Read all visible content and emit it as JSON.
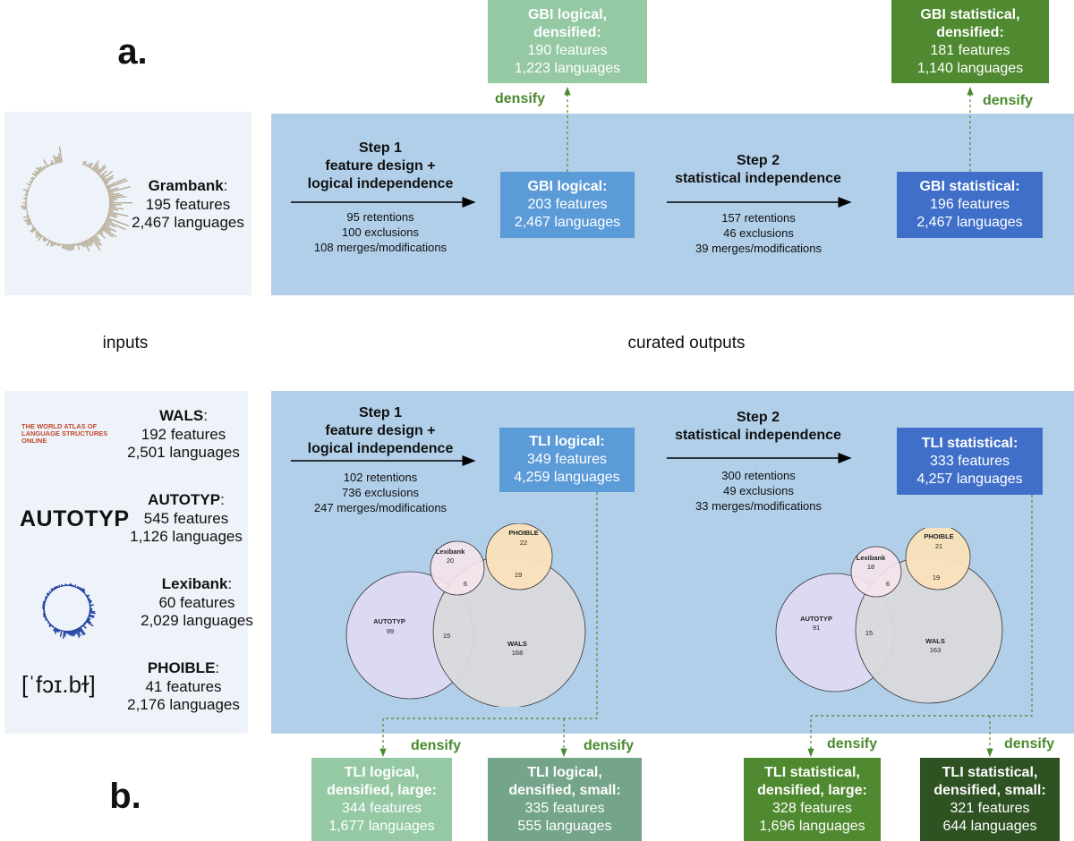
{
  "labels": {
    "a": "a.",
    "b": "b.",
    "inputs": "inputs",
    "outputs": "curated outputs"
  },
  "colors": {
    "panel_light": "#eef3fa",
    "panel_blue": "#b1cfe9",
    "box_logical": "#5b9bd8",
    "box_statistical": "#3f6fc9",
    "dens1": "#94c9a4",
    "dens2": "#74a58a",
    "dens3": "#4f8a30",
    "dens4": "#2f5223",
    "densify_text": "#4a8a2e"
  },
  "grambank": {
    "name": "Grambank",
    "features": "195 features",
    "languages": "2,467 languages"
  },
  "sources": [
    {
      "name": "WALS",
      "features": "192 features",
      "languages": "2,501 languages",
      "logo": "THE WORLD ATLAS OF LANGUAGE STRUCTURES ONLINE"
    },
    {
      "name": "AUTOTYP",
      "features": "545 features",
      "languages": "1,126 languages",
      "logo": "AUTOTYP"
    },
    {
      "name": "Lexibank",
      "features": "60 features",
      "languages": "2,029 languages"
    },
    {
      "name": "PHOIBLE",
      "features": "41 features",
      "languages": "2,176 languages",
      "logo": "[ˈfɔɪ.bɫ]"
    }
  ],
  "gbi": {
    "step1": {
      "title1": "Step 1",
      "title2": "feature design +",
      "title3": "logical independence",
      "c1": "95 retentions",
      "c2": "100 exclusions",
      "c3": "108 merges/modifications"
    },
    "step2": {
      "title1": "Step 2",
      "title2": "statistical independence",
      "c1": "157 retentions",
      "c2": "46 exclusions",
      "c3": "39 merges/modifications"
    },
    "logical": {
      "title": "GBI logical:",
      "features": "203 features",
      "languages": "2,467 languages"
    },
    "statistical": {
      "title": "GBI statistical:",
      "features": "196 features",
      "languages": "2,467 languages"
    },
    "logical_dens": {
      "title1": "GBI logical,",
      "title2": "densified:",
      "features": "190 features",
      "languages": "1,223 languages"
    },
    "statistical_dens": {
      "title1": "GBI statistical,",
      "title2": "densified:",
      "features": "181 features",
      "languages": "1,140 languages"
    }
  },
  "tli": {
    "step1": {
      "title1": "Step 1",
      "title2": "feature design +",
      "title3": "logical independence",
      "c1": "102 retentions",
      "c2": "736 exclusions",
      "c3": "247 merges/modifications"
    },
    "step2": {
      "title1": "Step 2",
      "title2": "statistical independence",
      "c1": "300 retentions",
      "c2": "49 exclusions",
      "c3": "33 merges/modifications"
    },
    "logical": {
      "title": "TLI logical:",
      "features": "349 features",
      "languages": "4,259 languages"
    },
    "statistical": {
      "title": "TLI statistical:",
      "features": "333 features",
      "languages": "4,257 languages"
    },
    "dens": [
      {
        "title1": "TLI logical,",
        "title2": "densified, large:",
        "features": "344 features",
        "languages": "1,677 languages"
      },
      {
        "title1": "TLI logical,",
        "title2": "densified, small:",
        "features": "335 features",
        "languages": "555 languages"
      },
      {
        "title1": "TLI statistical,",
        "title2": "densified, large:",
        "features": "328 features",
        "languages": "1,696 languages"
      },
      {
        "title1": "TLI statistical,",
        "title2": "densified, small:",
        "features": "321 features",
        "languages": "644 languages"
      }
    ]
  },
  "densify": "densify",
  "venn1": {
    "autotyp": "AUTOTYP",
    "autotyp_n": "99",
    "wals": "WALS",
    "wals_n": "168",
    "lexibank": "Lexibank",
    "lexibank_n": "20",
    "phoible": "PHOIBLE",
    "phoible_n": "22",
    "aw": "15",
    "lp": "6",
    "pw": "19"
  },
  "venn2": {
    "autotyp": "AUTOTYP",
    "autotyp_n": "91",
    "wals": "WALS",
    "wals_n": "163",
    "lexibank": "Lexibank",
    "lexibank_n": "18",
    "phoible": "PHOIBLE",
    "phoible_n": "21",
    "aw": "15",
    "lp": "6",
    "pw": "19"
  }
}
